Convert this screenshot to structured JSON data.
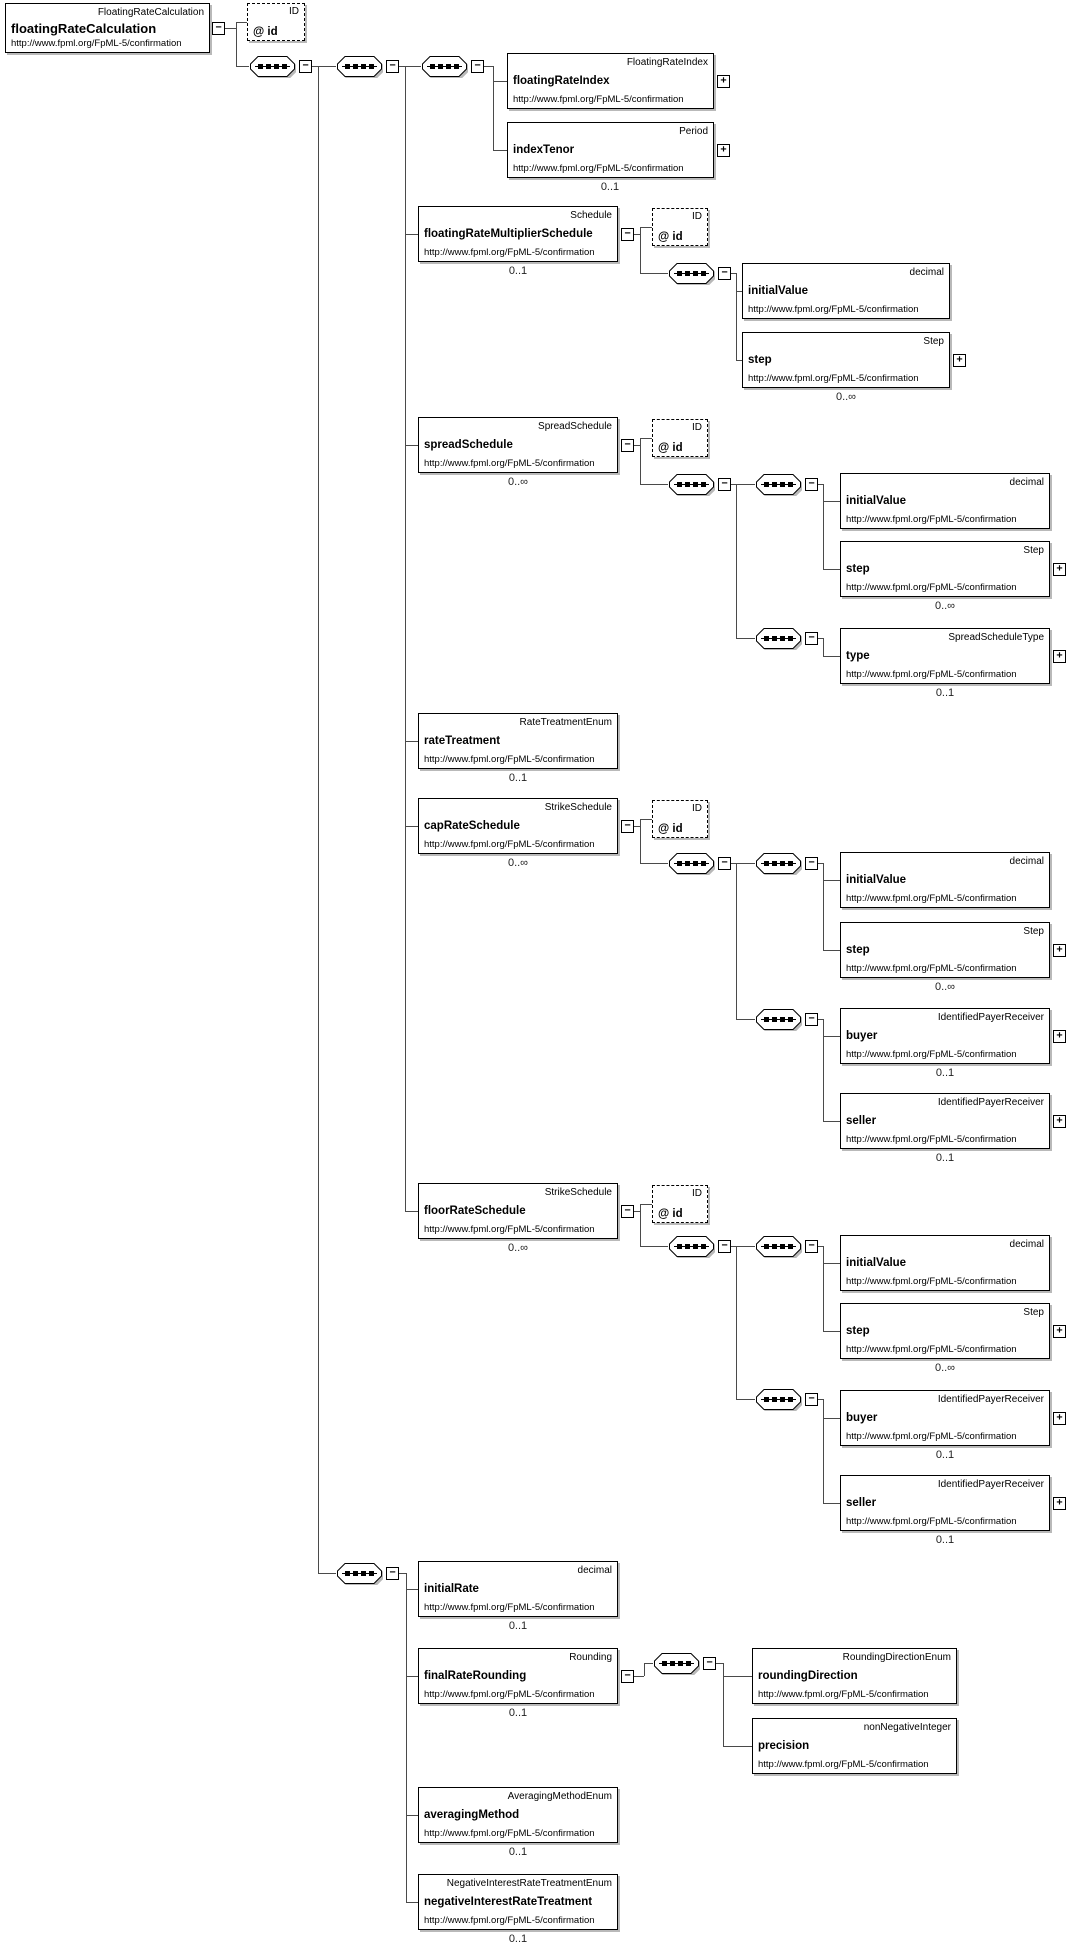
{
  "diagram": {
    "namespace": "http://www.fpml.org/FpML-5/confirmation",
    "attribute": {
      "label": "@ id",
      "type": "ID"
    },
    "cardinality": {
      "optional": "0..1",
      "zero_to_many": "0..∞"
    },
    "symbols": {
      "collapse": "−",
      "expand": "+"
    },
    "nodes": {
      "root": {
        "name": "floatingRateCalculation",
        "type": "FloatingRateCalculation"
      },
      "floatingRateIndex": {
        "name": "floatingRateIndex",
        "type": "FloatingRateIndex"
      },
      "indexTenor": {
        "name": "indexTenor",
        "type": "Period"
      },
      "floatingRateMultiplierSchedule": {
        "name": "floatingRateMultiplierSchedule",
        "type": "Schedule"
      },
      "initialValue": {
        "name": "initialValue",
        "type": "decimal"
      },
      "step": {
        "name": "step",
        "type": "Step"
      },
      "spreadSchedule": {
        "name": "spreadSchedule",
        "type": "SpreadSchedule"
      },
      "type": {
        "name": "type",
        "type": "SpreadScheduleType"
      },
      "rateTreatment": {
        "name": "rateTreatment",
        "type": "RateTreatmentEnum"
      },
      "capRateSchedule": {
        "name": "capRateSchedule",
        "type": "StrikeSchedule"
      },
      "floorRateSchedule": {
        "name": "floorRateSchedule",
        "type": "StrikeSchedule"
      },
      "buyer": {
        "name": "buyer",
        "type": "IdentifiedPayerReceiver"
      },
      "seller": {
        "name": "seller",
        "type": "IdentifiedPayerReceiver"
      },
      "initialRate": {
        "name": "initialRate",
        "type": "decimal"
      },
      "finalRateRounding": {
        "name": "finalRateRounding",
        "type": "Rounding"
      },
      "roundingDirection": {
        "name": "roundingDirection",
        "type": "RoundingDirectionEnum"
      },
      "precision": {
        "name": "precision",
        "type": "nonNegativeInteger"
      },
      "averagingMethod": {
        "name": "averagingMethod",
        "type": "AveragingMethodEnum"
      },
      "negativeInterestRateTreatment": {
        "name": "negativeInterestRateTreatment",
        "type": "NegativeInterestRateTreatmentEnum"
      }
    }
  }
}
